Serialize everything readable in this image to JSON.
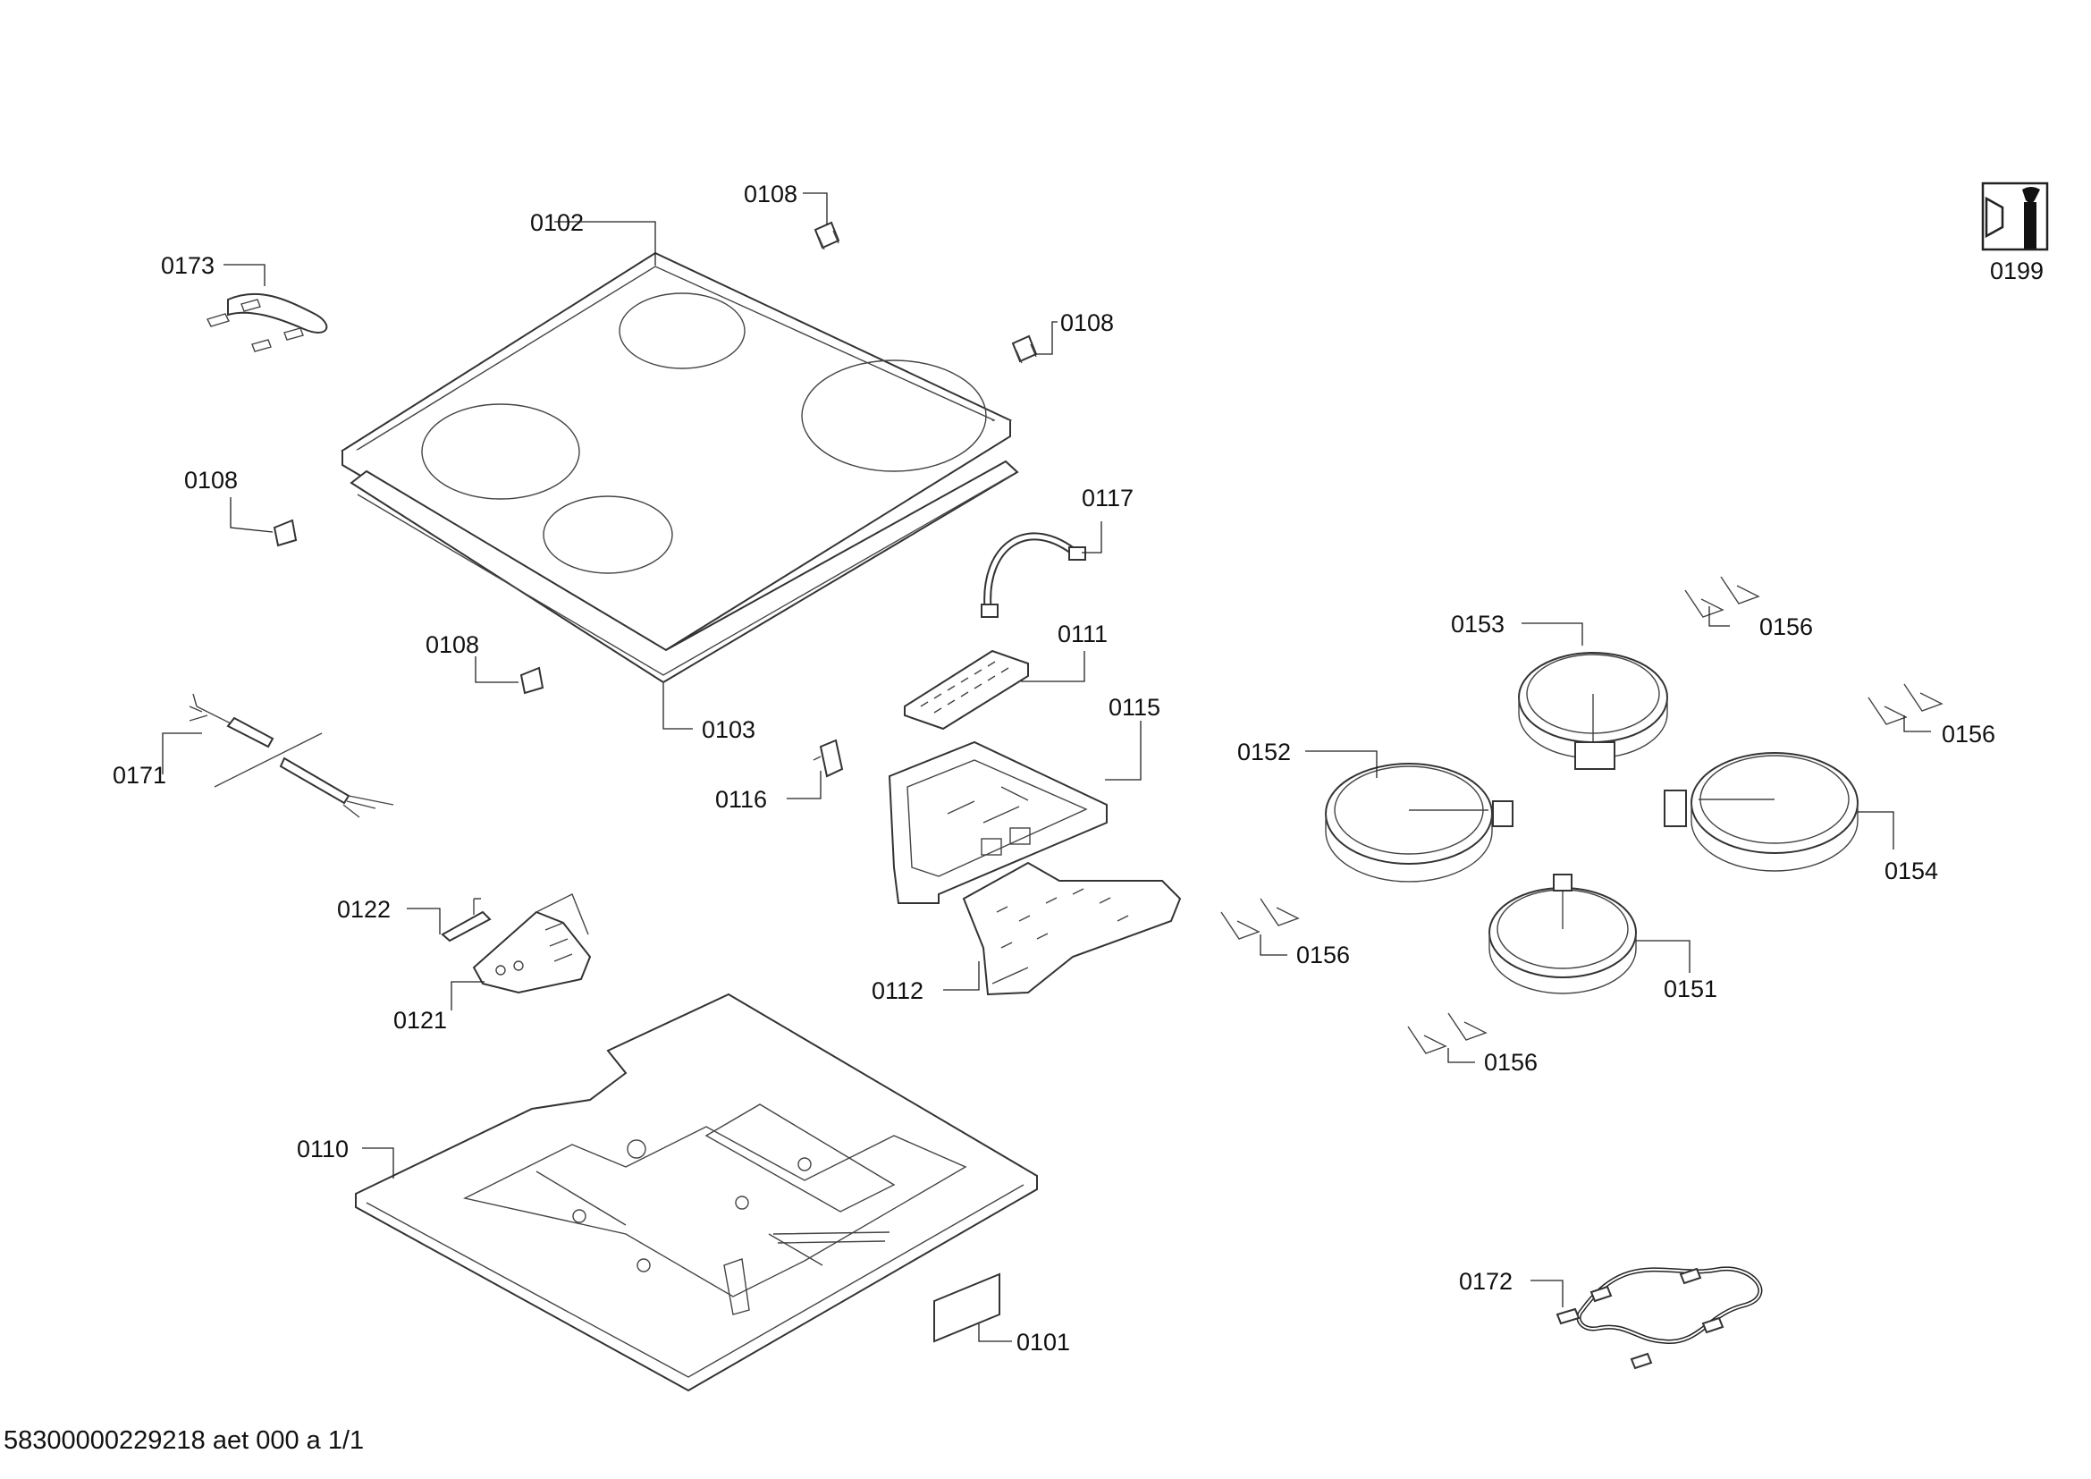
{
  "labels": {
    "l0102": "0102",
    "l0103": "0103",
    "l0108a": "0108",
    "l0108b": "0108",
    "l0108c": "0108",
    "l0108d": "0108",
    "l0173": "0173",
    "l0171": "0171",
    "l0117": "0117",
    "l0111": "0111",
    "l0115": "0115",
    "l0116": "0116",
    "l0112": "0112",
    "l0122": "0122",
    "l0121": "0121",
    "l0110": "0110",
    "l0101": "0101",
    "l0153": "0153",
    "l0152": "0152",
    "l0154": "0154",
    "l0151": "0151",
    "l0156a": "0156",
    "l0156b": "0156",
    "l0156c": "0156",
    "l0156d": "0156",
    "l0172": "0172",
    "l0199": "0199"
  },
  "footer": "58300000229218 aet 000 a 1/1",
  "icons": {
    "service_tool": "wrench-nut-icon"
  }
}
